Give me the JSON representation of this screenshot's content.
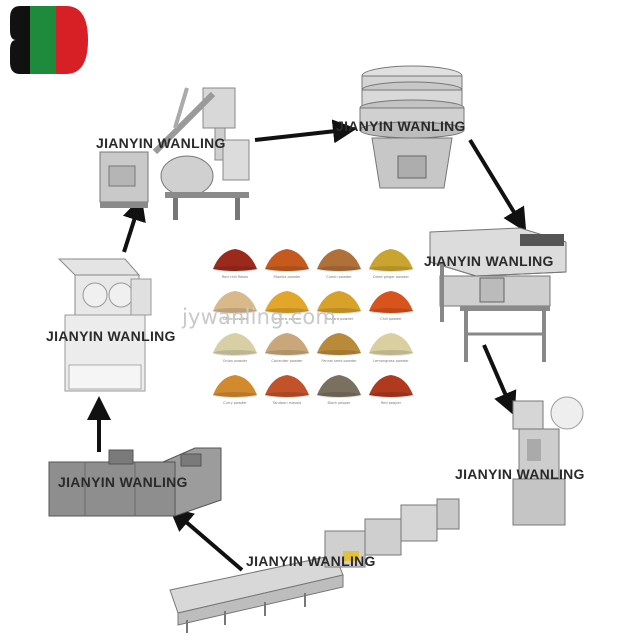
{
  "brand": {
    "colors": [
      "#1e8a3c",
      "#d71f26",
      "#111111"
    ]
  },
  "machines": [
    {
      "id": "pulverizer",
      "label": "JIANYIN WANLING"
    },
    {
      "id": "vibrating-sieve",
      "label": "JIANYIN WANLING"
    },
    {
      "id": "ribbon-mixer",
      "label": "JIANYIN WANLING"
    },
    {
      "id": "packing-machine",
      "label": "JIANYIN WANLING"
    },
    {
      "id": "washing-line",
      "label": "JIANYIN WANLING"
    },
    {
      "id": "drying-oven",
      "label": "JIANYIN WANLING"
    },
    {
      "id": "coarse-crusher",
      "label": "JIANYIN WANLING"
    }
  ],
  "watermark": "jywanling.com",
  "powders": [
    {
      "color": "#9b2a1c",
      "caption": "Red chili flakes"
    },
    {
      "color": "#c65a1e",
      "caption": "Paprika powder"
    },
    {
      "color": "#b0703a",
      "caption": "Cumin powder"
    },
    {
      "color": "#c9a530",
      "caption": "Dried ginger powder"
    },
    {
      "color": "#d9b88a",
      "caption": "Garlic powder"
    },
    {
      "color": "#e2a62a",
      "caption": "Turmeric powder"
    },
    {
      "color": "#d7a12a",
      "caption": "Mustard powder"
    },
    {
      "color": "#d9541c",
      "caption": "Chili powder"
    },
    {
      "color": "#d8cfa5",
      "caption": "Onion powder"
    },
    {
      "color": "#c9a77a",
      "caption": "Coriander powder"
    },
    {
      "color": "#b98a3a",
      "caption": "Fennel seed powder"
    },
    {
      "color": "#d9cfa0",
      "caption": "Lemongrass powder"
    },
    {
      "color": "#d28a2e",
      "caption": "Curry powder"
    },
    {
      "color": "#c2522a",
      "caption": "Tandoori masala"
    },
    {
      "color": "#7a7060",
      "caption": "Black pepper"
    },
    {
      "color": "#b0391e",
      "caption": "Red pepper"
    }
  ]
}
